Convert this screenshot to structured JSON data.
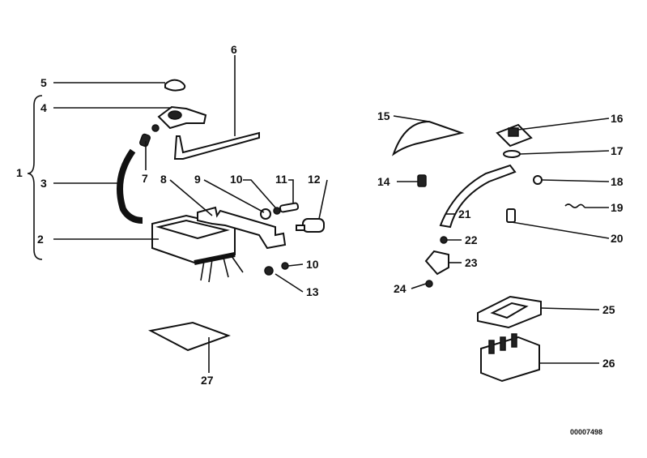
{
  "diagram": {
    "labels": {
      "p1": "1",
      "p2": "2",
      "p3": "3",
      "p4": "4",
      "p5": "5",
      "p6": "6",
      "p7": "7",
      "p8": "8",
      "p9": "9",
      "p10a": "10",
      "p10b": "10",
      "p11": "11",
      "p12": "12",
      "p13": "13",
      "p14": "14",
      "p15": "15",
      "p16": "16",
      "p17": "17",
      "p18": "18",
      "p19": "19",
      "p20": "20",
      "p21": "21",
      "p22": "22",
      "p23": "23",
      "p24": "24",
      "p25": "25",
      "p26": "26",
      "p27": "27"
    },
    "image_id": "00007498"
  }
}
